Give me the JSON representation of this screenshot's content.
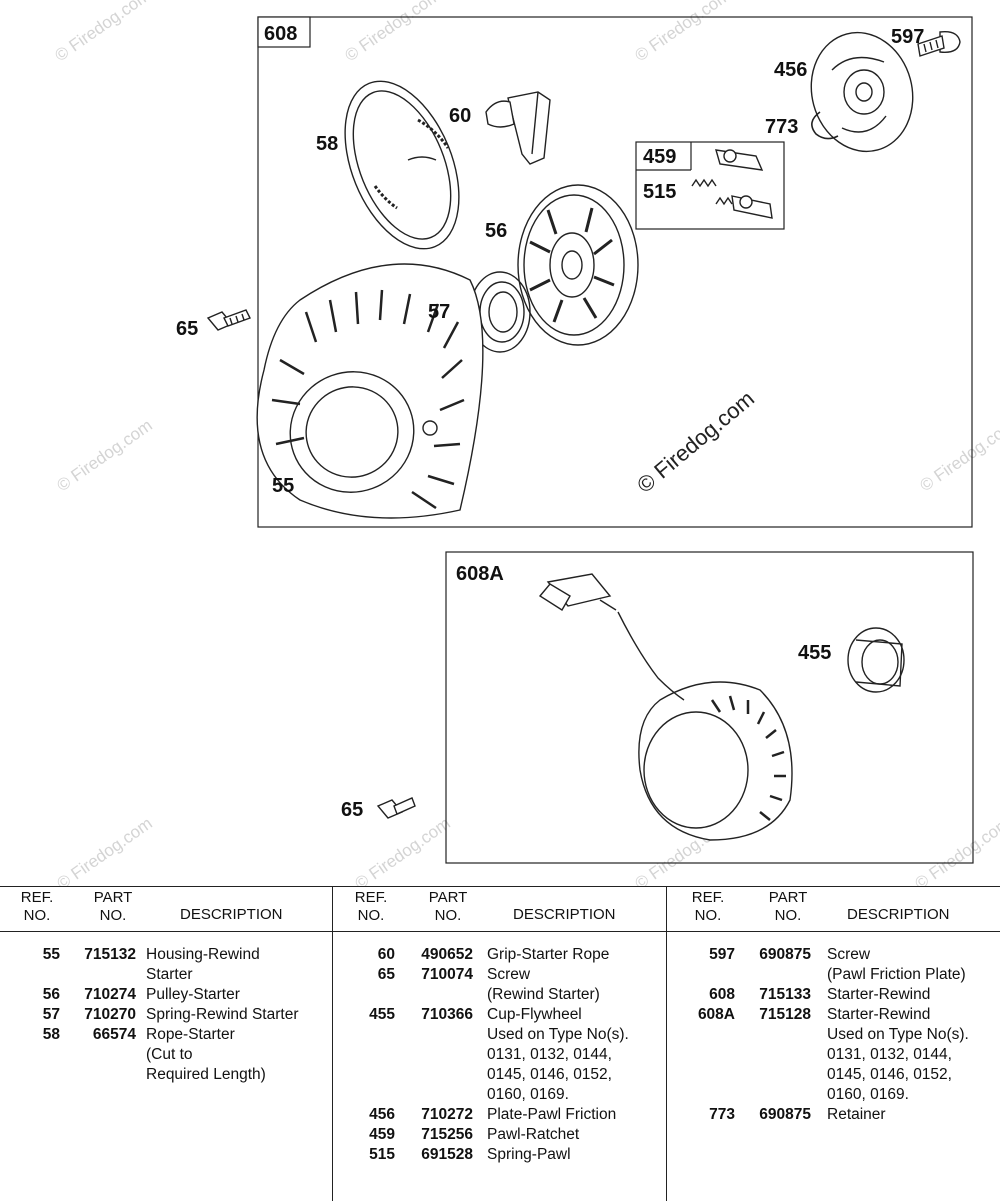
{
  "watermark": "© Firedog.com",
  "assembly_boxes": [
    {
      "id": "608",
      "label": "608"
    },
    {
      "id": "608A",
      "label": "608A"
    },
    {
      "id": "459",
      "label": "459"
    }
  ],
  "callouts": {
    "c597": "597",
    "c456": "456",
    "c773": "773",
    "c60": "60",
    "c58": "58",
    "c459": "459",
    "c515": "515",
    "c56": "56",
    "c57": "57",
    "c65a": "65",
    "c55": "55",
    "c455": "455",
    "c65b": "65"
  },
  "table": {
    "headers": {
      "ref_no": "REF.\nNO.",
      "part_no": "PART\nNO.",
      "description": "DESCRIPTION"
    },
    "columns": [
      [
        {
          "ref": "55",
          "part": "715132",
          "desc": [
            "Housing-Rewind",
            "Starter"
          ]
        },
        {
          "ref": "56",
          "part": "710274",
          "desc": [
            "Pulley-Starter"
          ]
        },
        {
          "ref": "57",
          "part": "710270",
          "desc": [
            "Spring-Rewind Starter"
          ]
        },
        {
          "ref": "58",
          "part": "66574",
          "desc": [
            "Rope-Starter",
            "(Cut to",
            "Required Length)"
          ]
        }
      ],
      [
        {
          "ref": "60",
          "part": "490652",
          "desc": [
            "Grip-Starter Rope"
          ]
        },
        {
          "ref": "65",
          "part": "710074",
          "desc": [
            "Screw",
            "(Rewind Starter)"
          ]
        },
        {
          "ref": "455",
          "part": "710366",
          "desc": [
            "Cup-Flywheel",
            "Used on Type No(s).",
            "0131, 0132, 0144,",
            "0145, 0146, 0152,",
            "0160, 0169."
          ]
        },
        {
          "ref": "456",
          "part": "710272",
          "desc": [
            "Plate-Pawl Friction"
          ]
        },
        {
          "ref": "459",
          "part": "715256",
          "desc": [
            "Pawl-Ratchet"
          ]
        },
        {
          "ref": "515",
          "part": "691528",
          "desc": [
            "Spring-Pawl"
          ]
        }
      ],
      [
        {
          "ref": "597",
          "part": "690875",
          "desc": [
            "Screw",
            "(Pawl Friction Plate)"
          ]
        },
        {
          "ref": "608",
          "part": "715133",
          "desc": [
            "Starter-Rewind"
          ]
        },
        {
          "ref": "608A",
          "part": "715128",
          "desc": [
            "Starter-Rewind",
            "Used on Type No(s).",
            "0131, 0132, 0144,",
            "0145, 0146, 0152,",
            "0160, 0169."
          ]
        },
        {
          "ref": "773",
          "part": "690875",
          "desc": [
            "Retainer"
          ]
        }
      ]
    ]
  }
}
